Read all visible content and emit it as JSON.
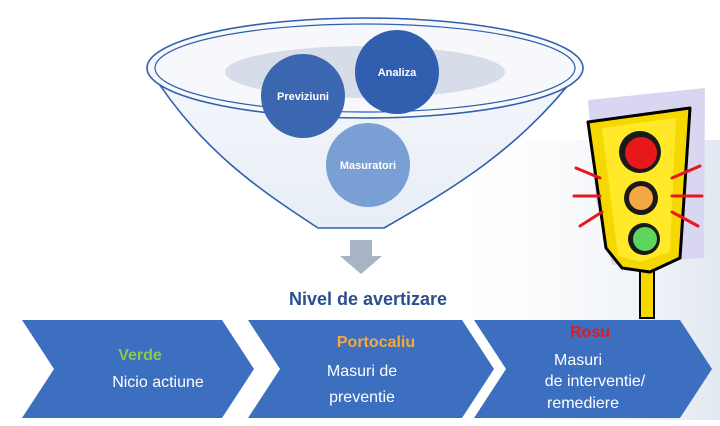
{
  "funnel": {
    "circles": [
      {
        "label": "Previziuni",
        "color": "#3a67b0"
      },
      {
        "label": "Analiza",
        "color": "#2f5fae"
      },
      {
        "label": "Masuratori",
        "color": "#7a9fd4"
      }
    ]
  },
  "down_arrow_icon": "arrow-down-icon",
  "warning_title": "Nivel de avertizare",
  "levels": [
    {
      "name": "Verde",
      "name_color": "#8cc84b",
      "description_lines": [
        "Nicio actiune"
      ]
    },
    {
      "name": "Portocaliu",
      "name_color": "#f4a742",
      "description_lines": [
        "Masuri de",
        "preventie"
      ]
    },
    {
      "name": "Rosu",
      "name_color": "#e8171c",
      "description_lines": [
        "Masuri",
        "de interventie/",
        "remediere"
      ]
    }
  ],
  "traffic_light_icon": "traffic-light-icon",
  "colors": {
    "chevron": "#3c6fc0",
    "title": "#2a4f8f",
    "housing": "#f4d800"
  }
}
